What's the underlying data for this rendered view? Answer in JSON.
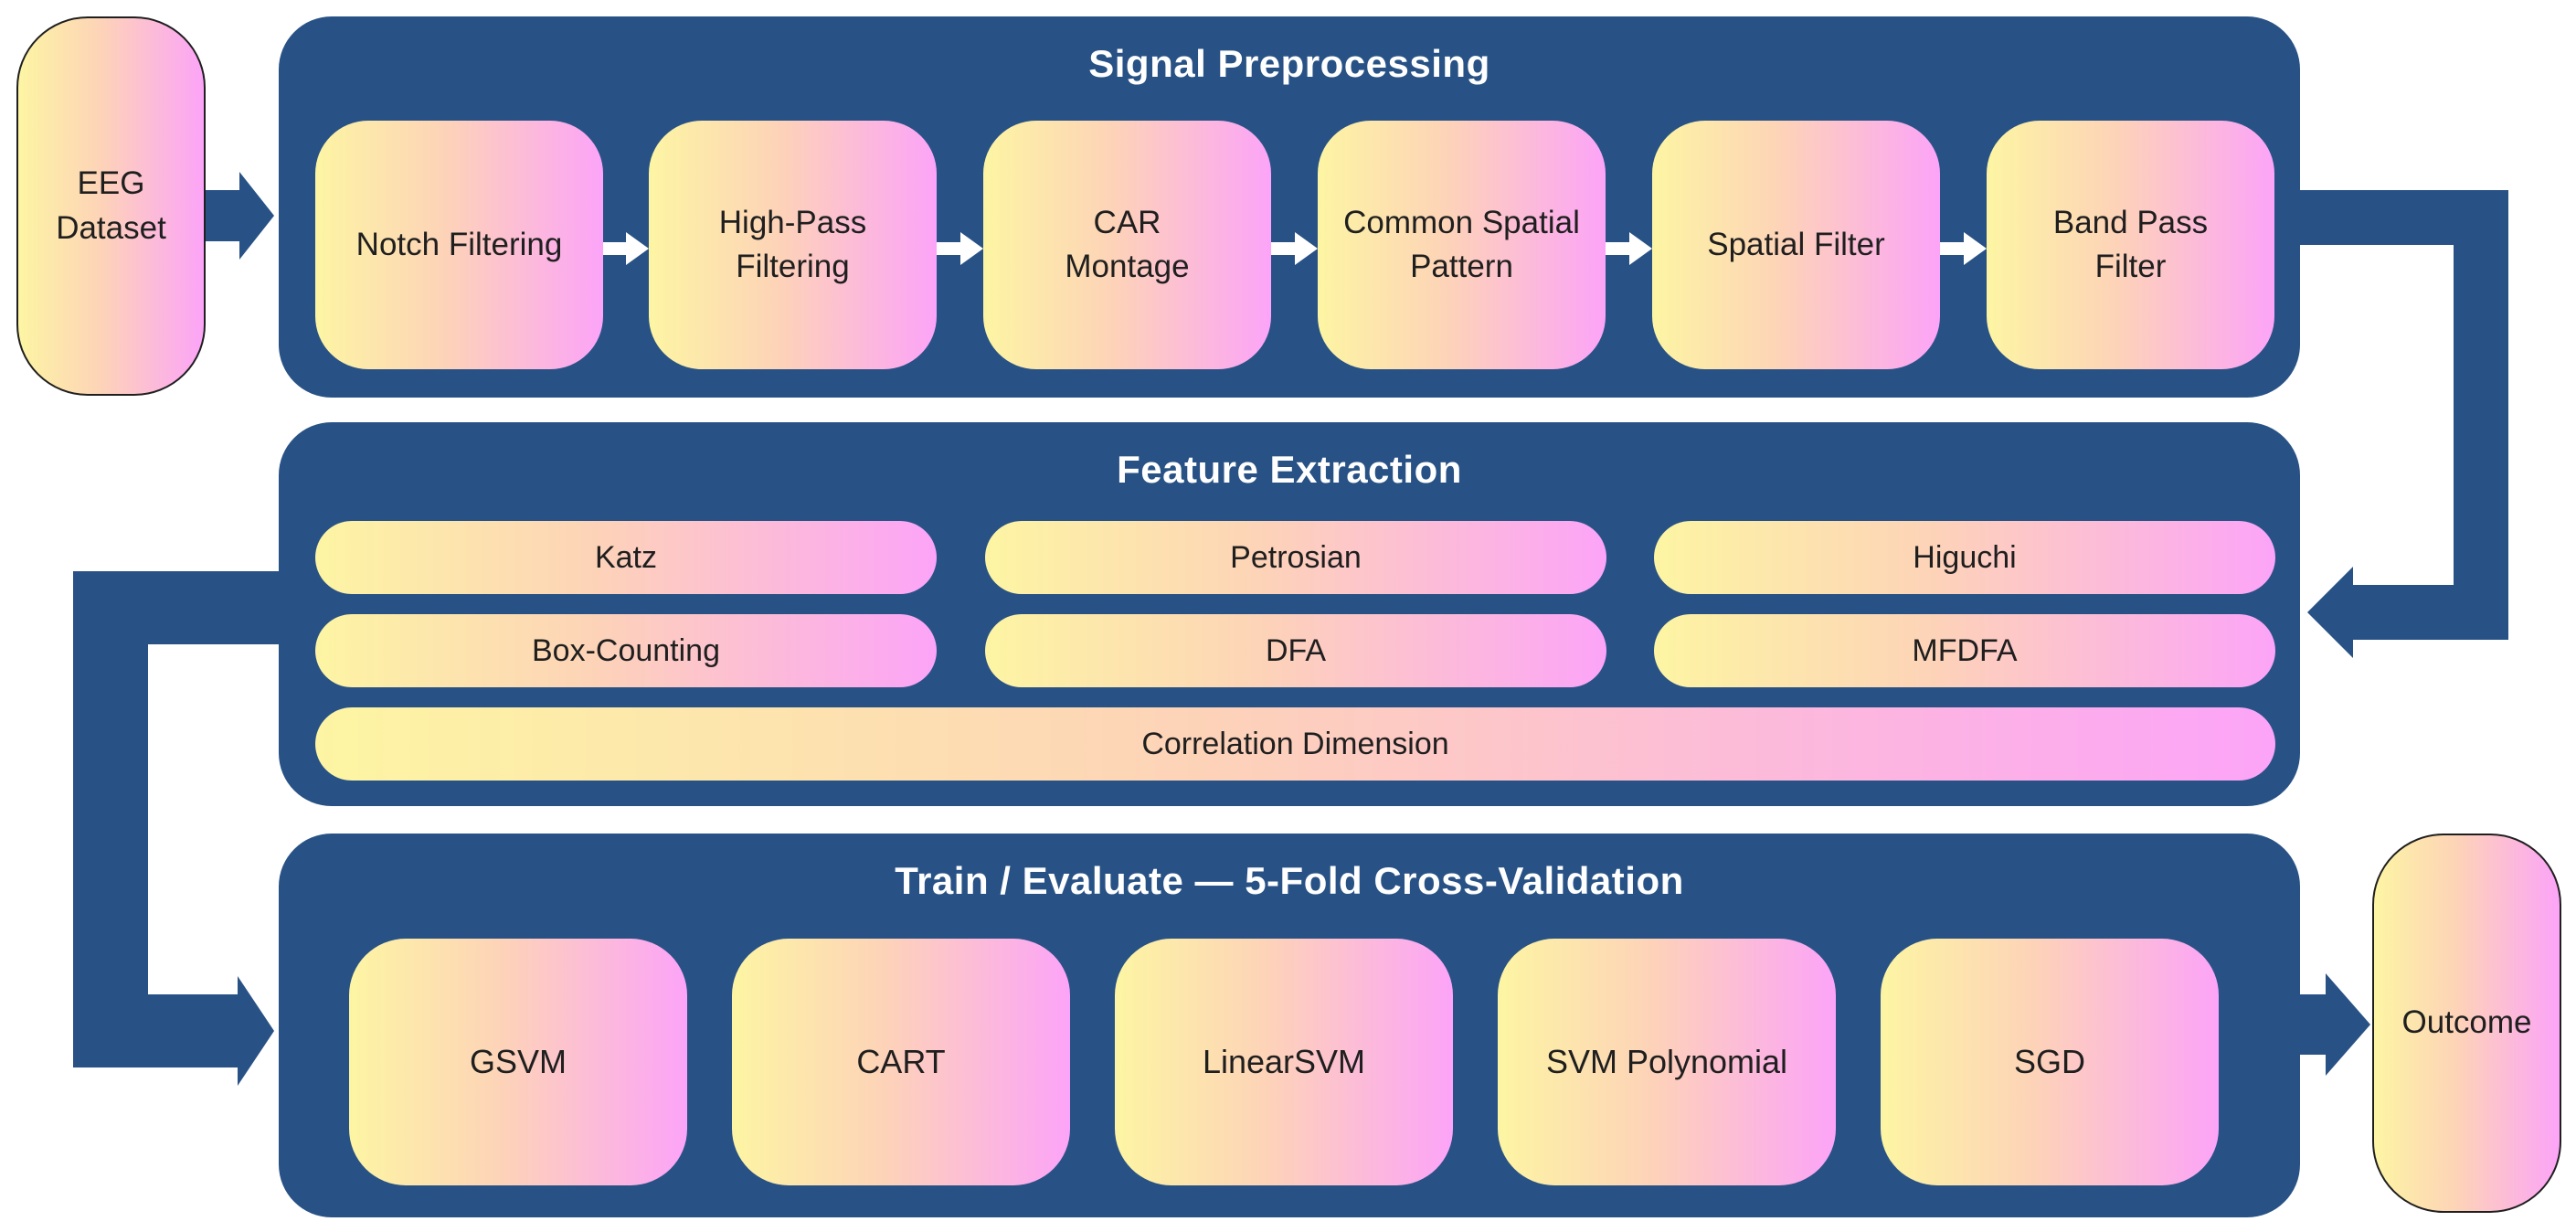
{
  "input_node": "EEG\nDataset",
  "output_node": "Outcome",
  "preprocessing": {
    "title": "Signal Preprocessing",
    "steps": [
      "Notch Filtering",
      "High-Pass\nFiltering",
      "CAR\nMontage",
      "Common Spatial\nPattern",
      "Spatial Filter",
      "Band Pass\nFilter"
    ]
  },
  "features": {
    "title": "Feature Extraction",
    "items": [
      "Katz",
      "Petrosian",
      "Higuchi",
      "Box-Counting",
      "DFA",
      "MFDFA",
      "Correlation Dimension"
    ]
  },
  "training": {
    "title": "Train / Evaluate — 5-Fold Cross-Validation",
    "models": [
      "GSVM",
      "CART",
      "LinearSVM",
      "SVM Polynomial",
      "SGD"
    ]
  },
  "colors": {
    "panel": "#285285",
    "gradient_start": "#fdf5a3",
    "gradient_end": "#fca4f8",
    "connector": "#285285",
    "inner_arrow": "#ffffff"
  }
}
